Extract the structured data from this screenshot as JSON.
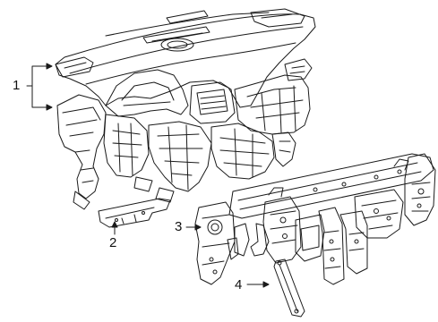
{
  "callouts": [
    {
      "number": "1",
      "part": "instrument-panel-assembly"
    },
    {
      "number": "2",
      "part": "lower-bracket"
    },
    {
      "number": "3",
      "part": "side-support-bracket"
    },
    {
      "number": "4",
      "part": "center-brace"
    }
  ],
  "line_color": "#1a1a1a"
}
